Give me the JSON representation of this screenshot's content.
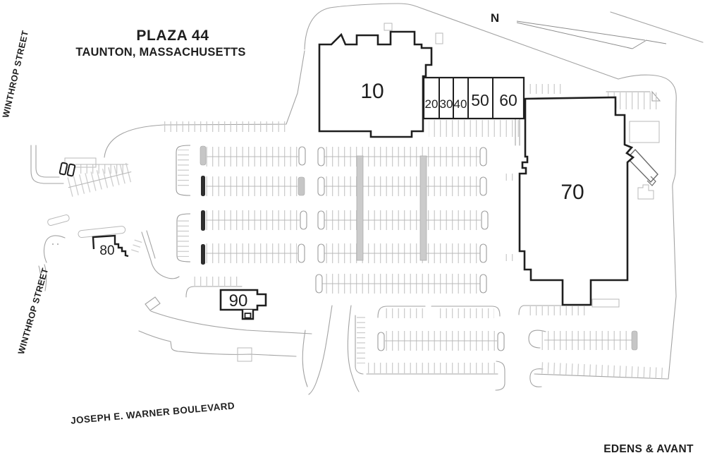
{
  "header": {
    "title": "PLAZA 44",
    "subtitle": "TAUNTON, MASSACHUSETTS"
  },
  "compass": {
    "north_label": "N"
  },
  "streets": {
    "winthrop_upper": "WINTHROP STREET",
    "winthrop_lower": "WINTHROP STREET",
    "boulevard": "JOSEPH E. WARNER BOULEVARD"
  },
  "attribution": {
    "company": "EDENS & AVANT"
  },
  "buildings": {
    "b10": {
      "label": "10"
    },
    "b20": {
      "label": "20"
    },
    "b30": {
      "label": "30"
    },
    "b40": {
      "label": "40"
    },
    "b50": {
      "label": "50"
    },
    "b60": {
      "label": "60"
    },
    "b70": {
      "label": "70"
    },
    "b80": {
      "label": "80"
    },
    "b90": {
      "label": "90"
    }
  },
  "colors": {
    "building_outline": "#1f1f1f",
    "road_line": "#a3a3a3",
    "parking_line": "#c4c4c4",
    "island_fill": "#c6c6c6",
    "dark_island": "#2e2e2e",
    "text": "#1f1f1f"
  }
}
